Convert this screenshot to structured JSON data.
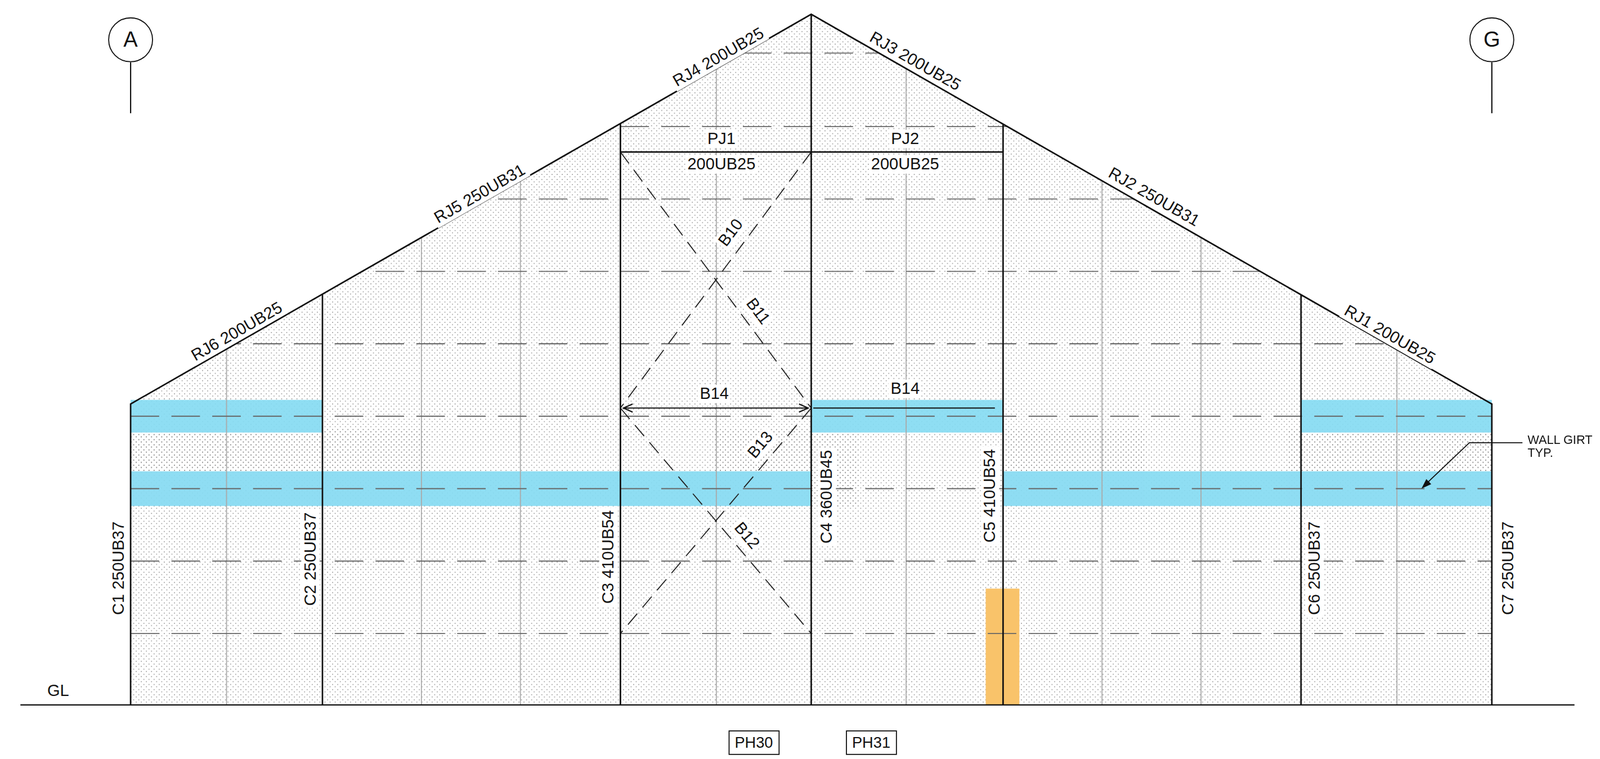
{
  "diagram": {
    "nodes": [
      {
        "text": [
          "A"
        ]
      },
      {
        "text": [
          "G"
        ]
      },
      {
        "text": [
          "PH30"
        ]
      },
      {
        "text": [
          "PH31"
        ]
      }
    ],
    "labels": [
      "RJ4 200UB25",
      "RJ3 200UB25",
      "PJ1",
      "PJ2",
      "200UB25",
      "200UB25",
      "RJ5 250UB31",
      "RJ2 250UB31",
      "B10",
      "B11",
      "RJ6 200UB25",
      "RJ1 200UB25",
      "B14",
      "B14",
      "B13",
      "WALL GIRT TYP.",
      "B12",
      "C1 250UB37",
      "C2 250UB37",
      "C3 410UB54",
      "C4 360UB45",
      "C5 410UB54",
      "C6 250UB37",
      "C7 250UB37",
      "GL"
    ]
  }
}
